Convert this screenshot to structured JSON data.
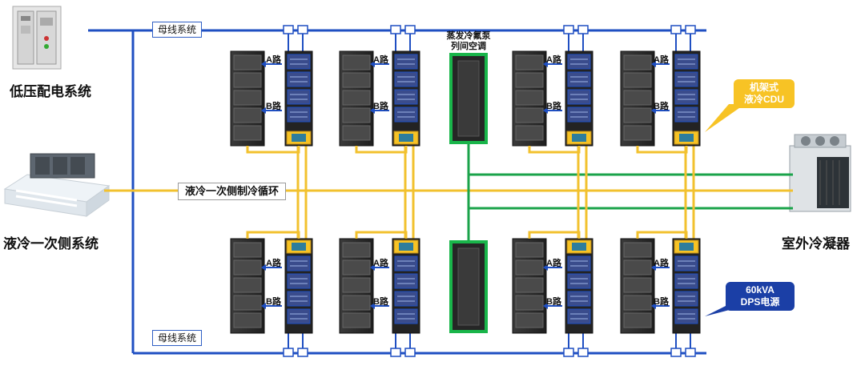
{
  "labels": {
    "low_voltage": "低压配电系统",
    "liquid_primary": "液冷一次侧系统",
    "outdoor_condenser": "室外冷凝器",
    "bus_top": "母线系统",
    "bus_bottom": "母线系统",
    "primary_loop": "液冷一次侧制冷循环",
    "evap_line1": "蒸发冷氟泵",
    "evap_line2": "列间空调",
    "cdu_line1": "机架式",
    "cdu_line2": "液冷CDU",
    "dps_line1": "60kVA",
    "dps_line2": "DPS电源",
    "path_a": "A路",
    "path_b": "B路"
  },
  "colors": {
    "power_blue": "#1f4fc2",
    "liquid_yellow": "#f2c12e",
    "refrigerant_green": "#1aa34a",
    "cabinet_dark": "#2b2b2b",
    "cdu_yellow": "#f7c325",
    "dps_navy": "#1b3fa6"
  }
}
